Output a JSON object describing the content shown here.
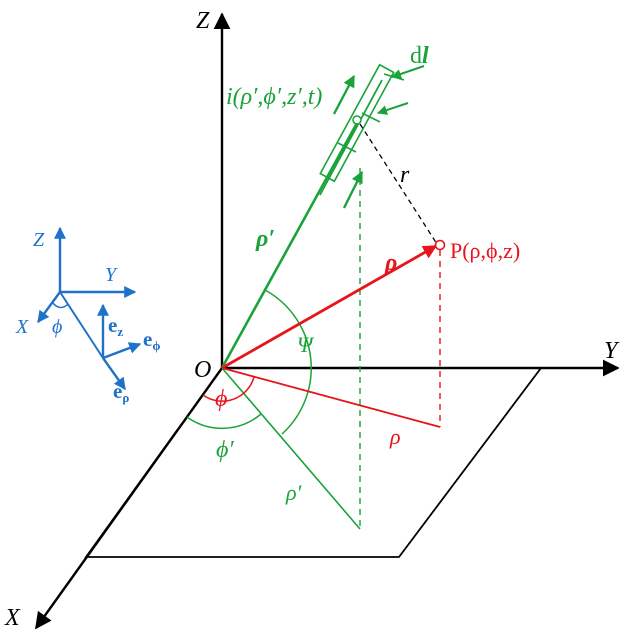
{
  "colors": {
    "black": "#000000",
    "green": "#1aa33a",
    "red": "#e8141b",
    "blue": "#1f72c9"
  },
  "axes": {
    "z_label": "Z",
    "y_label": "Y",
    "x_label": "X",
    "origin_label": "O"
  },
  "source": {
    "current_label": "i(ρ′,ϕ′,z′,t)",
    "dl_prefix": "d",
    "dl_symbol": "l",
    "rho_prime": "ρ′",
    "rho_prime_proj": "ρ′",
    "phi_prime": "ϕ′"
  },
  "field": {
    "r_label": "r",
    "rho_vector": "ρ",
    "point_label": "P(ρ,ϕ,z)",
    "rho_proj": "ρ",
    "phi": "ϕ",
    "psi": "Ψ"
  },
  "inset": {
    "z": "Z",
    "y": "Y",
    "x": "X",
    "phi": "ϕ",
    "e_z_base": "e",
    "e_z_sub": "z",
    "e_phi_base": "e",
    "e_phi_sub": "ϕ",
    "e_rho_base": "e",
    "e_rho_sub": "ρ"
  }
}
